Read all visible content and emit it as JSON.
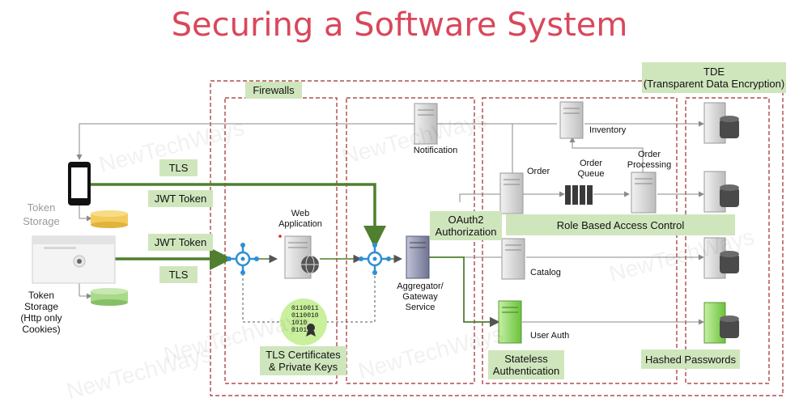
{
  "title": "Securing a Software System",
  "tags": {
    "tde_line1": "TDE",
    "tde_line2": "(Transparent Data Encryption)",
    "firewalls": "Firewalls",
    "tls_top": "TLS",
    "jwt_top": "JWT Token",
    "jwt_bottom": "JWT Token",
    "tls_bottom": "TLS",
    "oauth_line1": "OAuth2",
    "oauth_line2": "Authorization",
    "rbac": "Role Based Access Control",
    "tls_cert_line1": "TLS Certificates",
    "tls_cert_line2": "& Private Keys",
    "stateless_line1": "Stateless",
    "stateless_line2": "Authentication",
    "hashed": "Hashed Passwords"
  },
  "labels": {
    "token_storage_top_1": "Token",
    "token_storage_top_2": "Storage",
    "token_storage_bottom_1": "Token",
    "token_storage_bottom_2": "Storage",
    "token_storage_bottom_3": "(Http only",
    "token_storage_bottom_4": "Cookies)",
    "web_app_1": "Web",
    "web_app_2": "Application",
    "aggregator_1": "Aggregator/",
    "aggregator_2": "Gateway",
    "aggregator_3": "Service",
    "notification": "Notification",
    "inventory": "Inventory",
    "order": "Order",
    "order_queue_1": "Order",
    "order_queue_2": "Queue",
    "order_processing_1": "Order",
    "order_processing_2": "Processing",
    "catalog": "Catalog",
    "user_auth": "User Auth"
  },
  "binary": [
    "0110011",
    "0110010",
    "1010",
    "0101"
  ],
  "watermark": "NewTechWays",
  "colors": {
    "title": "#d9475b",
    "green_tag": "#cfe6bd",
    "green_arrow": "#4f7f2f",
    "red_dashed": "#a12a2a",
    "hub": "#2f8fd3",
    "server": "#c8c8c8"
  }
}
